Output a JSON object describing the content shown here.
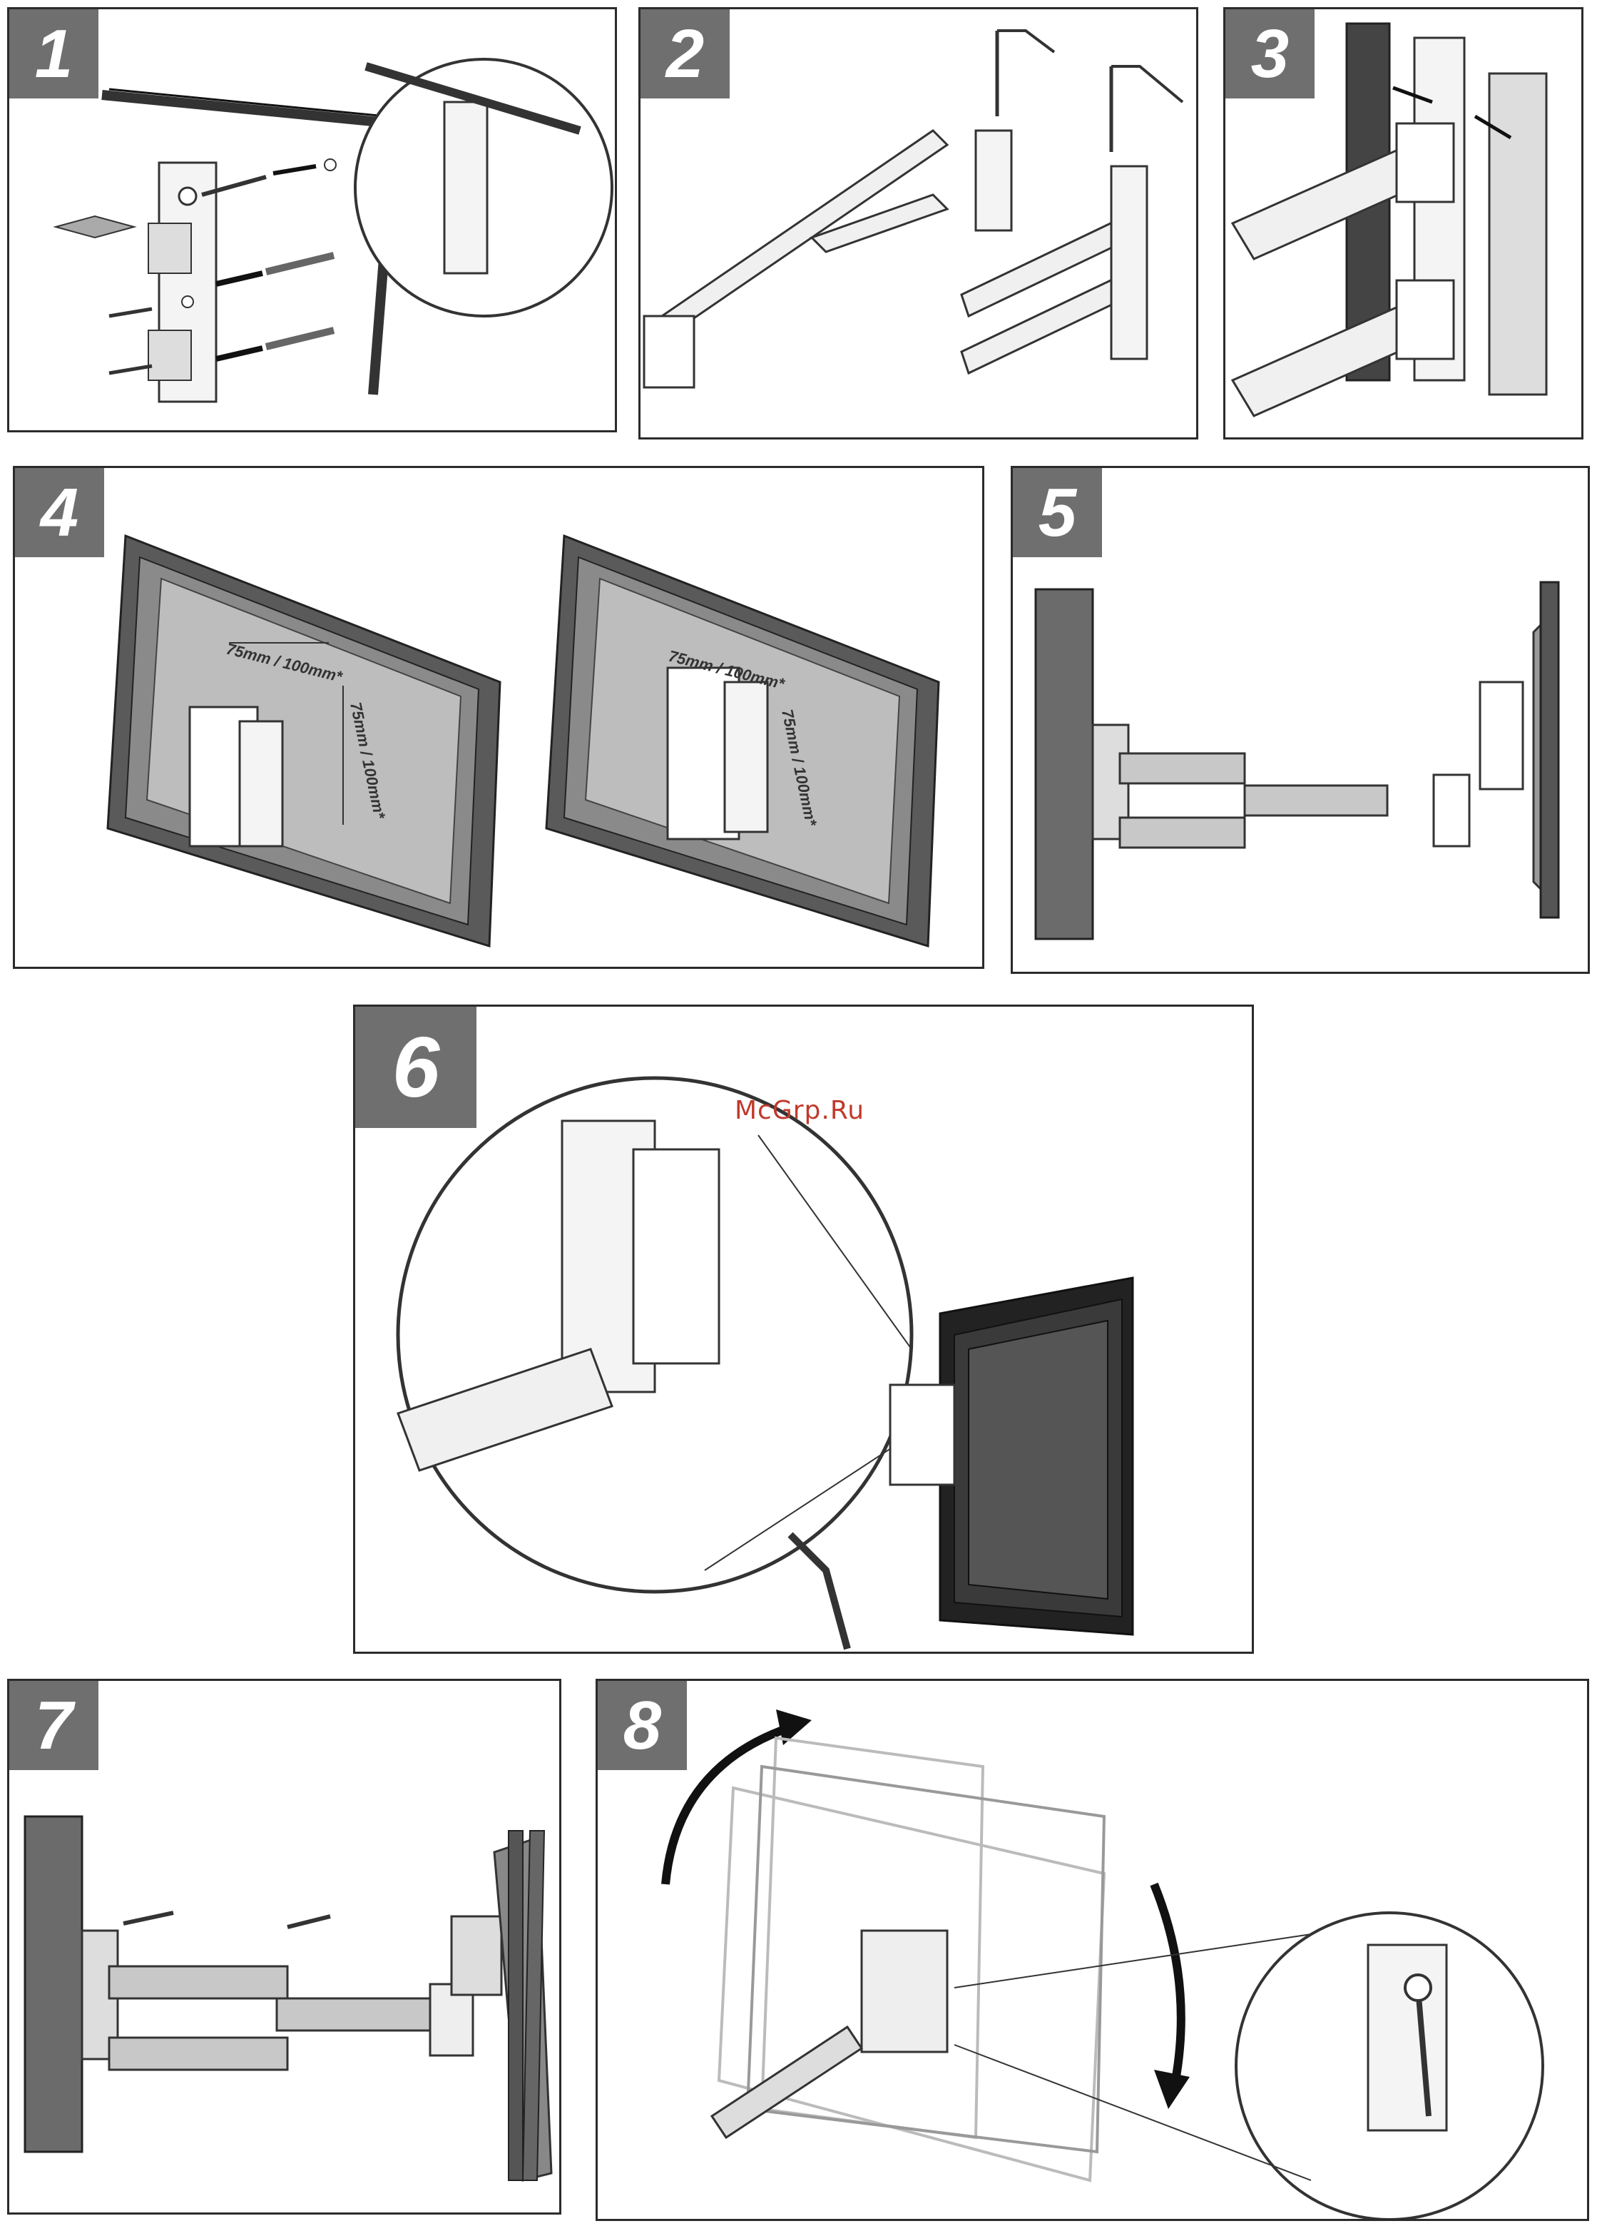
{
  "steps": [
    "1",
    "2",
    "3",
    "4",
    "5",
    "6",
    "7",
    "8"
  ],
  "dimension_labels": [
    "75mm / 100mm*",
    "75mm / 100mm*"
  ],
  "watermark": "McGrp.Ru",
  "colors": {
    "badge": "#6f6f6f",
    "outline": "#2b2b2b",
    "screen": "#555555",
    "wall": "#6b6b6b"
  }
}
